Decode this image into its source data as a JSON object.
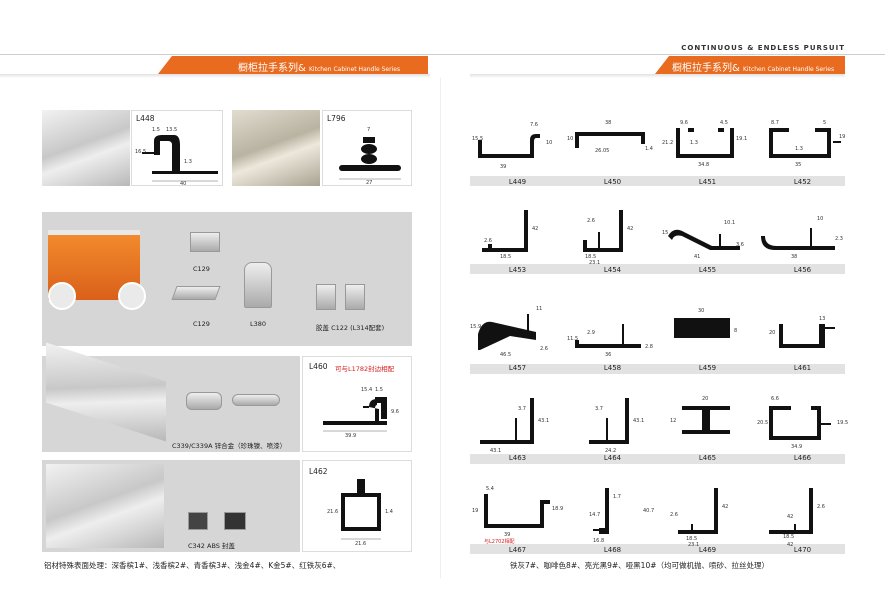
{
  "header": {
    "tagline": "CONTINUOUS & ENDLESS PURSUIT",
    "title_cn": "橱柜拉手系列&",
    "title_en": "Kitchen Cabinet Handle Series"
  },
  "left": {
    "l448": {
      "code": "L448",
      "dims": [
        "1.5",
        "13.5",
        "16.5",
        "1.3",
        "40"
      ]
    },
    "l796": {
      "code": "L796",
      "dims": [
        "7",
        "27"
      ]
    },
    "accessories": {
      "c129a": "C129",
      "c129b": "C129",
      "l380": "L380",
      "c122": "胶盖 C122 (L314配套)"
    },
    "l460": {
      "code": "L460",
      "note": "可与L1782封边相配",
      "photo_caption": "C339/C339A 锌合金（珍珠镍、喷漆）",
      "dims": [
        "15.4",
        "1.5",
        "9.6",
        "39.9"
      ]
    },
    "l462": {
      "code": "L462",
      "photo_caption": "C342 ABS 封盖",
      "dims": [
        "21.6",
        "1.4",
        "21.6"
      ]
    },
    "footer": "铝材特殊表面处理：深香槟1#、浅香槟2#、青香槟3#、浅金4#、K金5#、红铁灰6#、"
  },
  "right": {
    "footer": "铁灰7#、咖啡色8#、亮光黑9#、哑黑10#（均可做机抛、喷砂、拉丝处理）",
    "profiles": [
      {
        "code": "L449",
        "dims": [
          "7.6",
          "15.5",
          "10",
          "39"
        ]
      },
      {
        "code": "L450",
        "dims": [
          "38",
          "10",
          "1.4",
          "26.05"
        ]
      },
      {
        "code": "L451",
        "dims": [
          "9.6",
          "4.5",
          "21.2",
          "1.3",
          "19.1",
          "34.8"
        ]
      },
      {
        "code": "L452",
        "dims": [
          "8.7",
          "5",
          "19",
          "1.3",
          "35"
        ]
      },
      {
        "code": "L453",
        "dims": [
          "42",
          "2.6",
          "18.5"
        ]
      },
      {
        "code": "L454",
        "dims": [
          "2.6",
          "42",
          "18.5",
          "23.1"
        ]
      },
      {
        "code": "L455",
        "dims": [
          "10.1",
          "15",
          "3.6",
          "41"
        ]
      },
      {
        "code": "L456",
        "dims": [
          "10",
          "2.3",
          "38"
        ]
      },
      {
        "code": "L457",
        "dims": [
          "11",
          "15.9",
          "2.6",
          "46.5"
        ]
      },
      {
        "code": "L458",
        "dims": [
          "2.9",
          "11.5",
          "2.8",
          "36"
        ]
      },
      {
        "code": "L459",
        "dims": [
          "30",
          "8"
        ]
      },
      {
        "code": "L461",
        "dims": [
          "13",
          "20"
        ]
      },
      {
        "code": "L463",
        "dims": [
          "3.7",
          "43.1",
          "43.1"
        ]
      },
      {
        "code": "L464",
        "dims": [
          "3.7",
          "43.1",
          "24.2"
        ]
      },
      {
        "code": "L465",
        "dims": [
          "20",
          "12"
        ]
      },
      {
        "code": "L466",
        "dims": [
          "6.6",
          "20.5",
          "19.5",
          "34.9"
        ]
      },
      {
        "code": "L467",
        "dims": [
          "5.4",
          "19",
          "18.9",
          "39"
        ],
        "note": "与L2702相配"
      },
      {
        "code": "L468",
        "dims": [
          "1.7",
          "40.7",
          "14.7",
          "16.8"
        ]
      },
      {
        "code": "L469",
        "dims": [
          "42",
          "2.6",
          "18.5",
          "23.1"
        ]
      },
      {
        "code": "L470",
        "dims": [
          "2.6",
          "42",
          "18.5",
          "42"
        ]
      }
    ]
  }
}
